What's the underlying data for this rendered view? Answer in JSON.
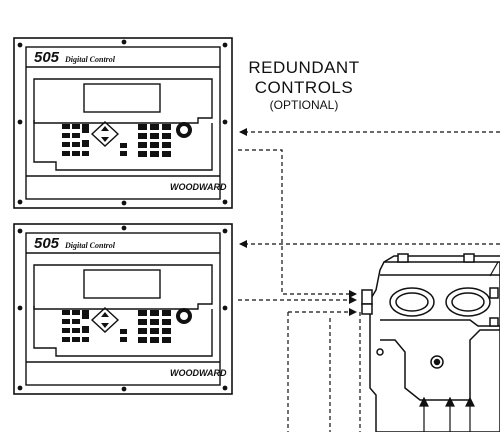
{
  "label": {
    "line1": "REDUNDANT",
    "line2": "CONTROLS",
    "line3": "(OPTIONAL)"
  },
  "control_panels": [
    {
      "model": "505",
      "subtitle": "Digital Control",
      "brand": "WOODWARD"
    },
    {
      "model": "505",
      "subtitle": "Digital Control",
      "brand": "WOODWARD"
    }
  ],
  "colors": {
    "ink": "#111111",
    "paper": "#ffffff"
  },
  "icons": [
    "arrow-icon",
    "screw-icon",
    "keypad-icon",
    "navigation-diamond-icon",
    "estop-button-icon"
  ]
}
